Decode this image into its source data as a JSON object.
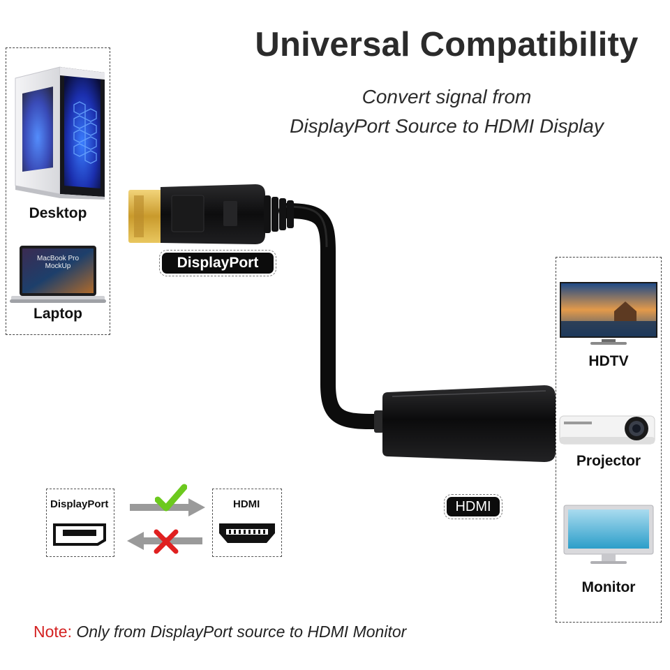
{
  "header": {
    "title": "Universal Compatibility",
    "subtitle_line1": "Convert signal from",
    "subtitle_line2": "DisplayPort Source to HDMI Display"
  },
  "sources": {
    "desktop_label": "Desktop",
    "laptop_label": "Laptop",
    "laptop_screen_text_line1": "MacBook Pro",
    "laptop_screen_text_line2": "MockUp"
  },
  "displays": {
    "hdtv_label": "HDTV",
    "projector_label": "Projector",
    "monitor_label": "Monitor"
  },
  "cable": {
    "dp_label": "DisplayPort",
    "hdmi_label": "HDMI"
  },
  "direction_diagram": {
    "source_label": "DisplayPort",
    "target_label": "HDMI",
    "supported_icon": "green-check-icon",
    "unsupported_icon": "red-x-icon"
  },
  "note": {
    "label": "Note:",
    "text": " Only from DisplayPort source to HDMI Monitor"
  },
  "colors": {
    "note_red": "#d42222",
    "check_green": "#6cc91e",
    "cross_red": "#e02020",
    "connector_gold": "#d8b23a"
  }
}
